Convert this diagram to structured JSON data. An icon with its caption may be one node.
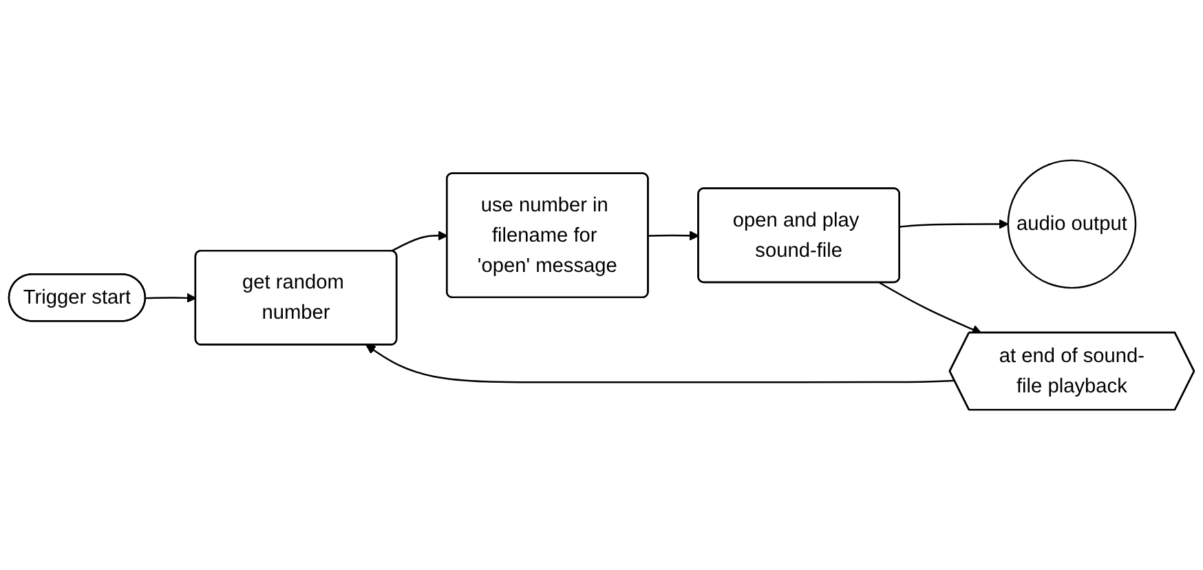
{
  "diagram": {
    "nodes": [
      {
        "text": [
          "Trigger start"
        ]
      },
      {
        "text": [
          "get random number"
        ]
      },
      {
        "text": [
          "use number in filename for 'open' message"
        ]
      },
      {
        "text": [
          "open and play sound-file"
        ]
      },
      {
        "text": [
          "audio output"
        ]
      },
      {
        "text": [
          "at end of sound-file playback"
        ]
      }
    ],
    "edges": [
      {
        "from": 0,
        "to": 1,
        "arrow": "to"
      },
      {
        "from": 1,
        "to": 2,
        "arrow": "to"
      },
      {
        "from": 2,
        "to": 3,
        "arrow": "to"
      },
      {
        "from": 3,
        "to": 4,
        "arrow": "to"
      },
      {
        "from": 3,
        "to": 5,
        "arrow": "to"
      },
      {
        "from": 5,
        "to": 1,
        "arrow": "to"
      }
    ]
  }
}
